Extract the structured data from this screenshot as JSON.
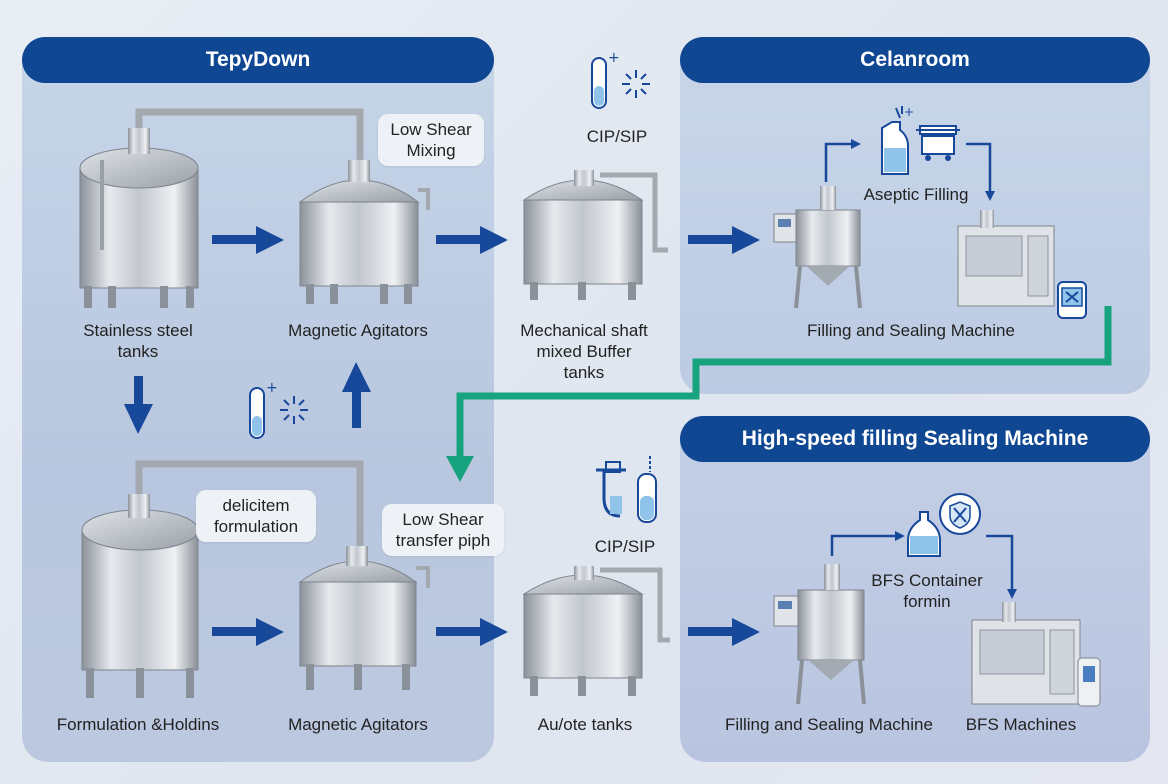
{
  "panels": {
    "left_title": "TepyDown",
    "right_top_title": "Celanroom",
    "right_bottom_title": "High-speed filling Sealing Machine"
  },
  "labels": {
    "stainless_tanks": "Stainless steel\ntanks",
    "magnetic_agitators_top": "Magnetic Agitators",
    "mechanical_shaft": "Mechanical shaft\nmixed Buffer\ntanks",
    "filling_sealing_top": "Filling and Sealing Machine",
    "formulation_holding": "Formulation &Holdins",
    "magnetic_agitators_bottom": "Magnetic Agitators",
    "aulote_tanks": "Au/ote tanks",
    "filling_sealing_bottom": "Filling and Sealing Machine",
    "bfs_machines": "BFS Machines",
    "cip_sip_top": "CIP/SIP",
    "cip_sip_bottom": "CIP/SIP",
    "aseptic_filling": "Aseptic Filling",
    "bfs_container": "BFS Container\nformin"
  },
  "bubbles": {
    "low_shear_mixing": "Low Shear\nMixing",
    "delicate_formulation": "delicitem\nformulation",
    "low_shear_transfer": "Low Shear\ntransfer piph"
  },
  "colors": {
    "header_blue": "#0f4792",
    "arrow_blue": "#17489a",
    "arrow_green": "#17a37e",
    "steel": "#b9bec6",
    "liquid": "#8fc3ea"
  }
}
